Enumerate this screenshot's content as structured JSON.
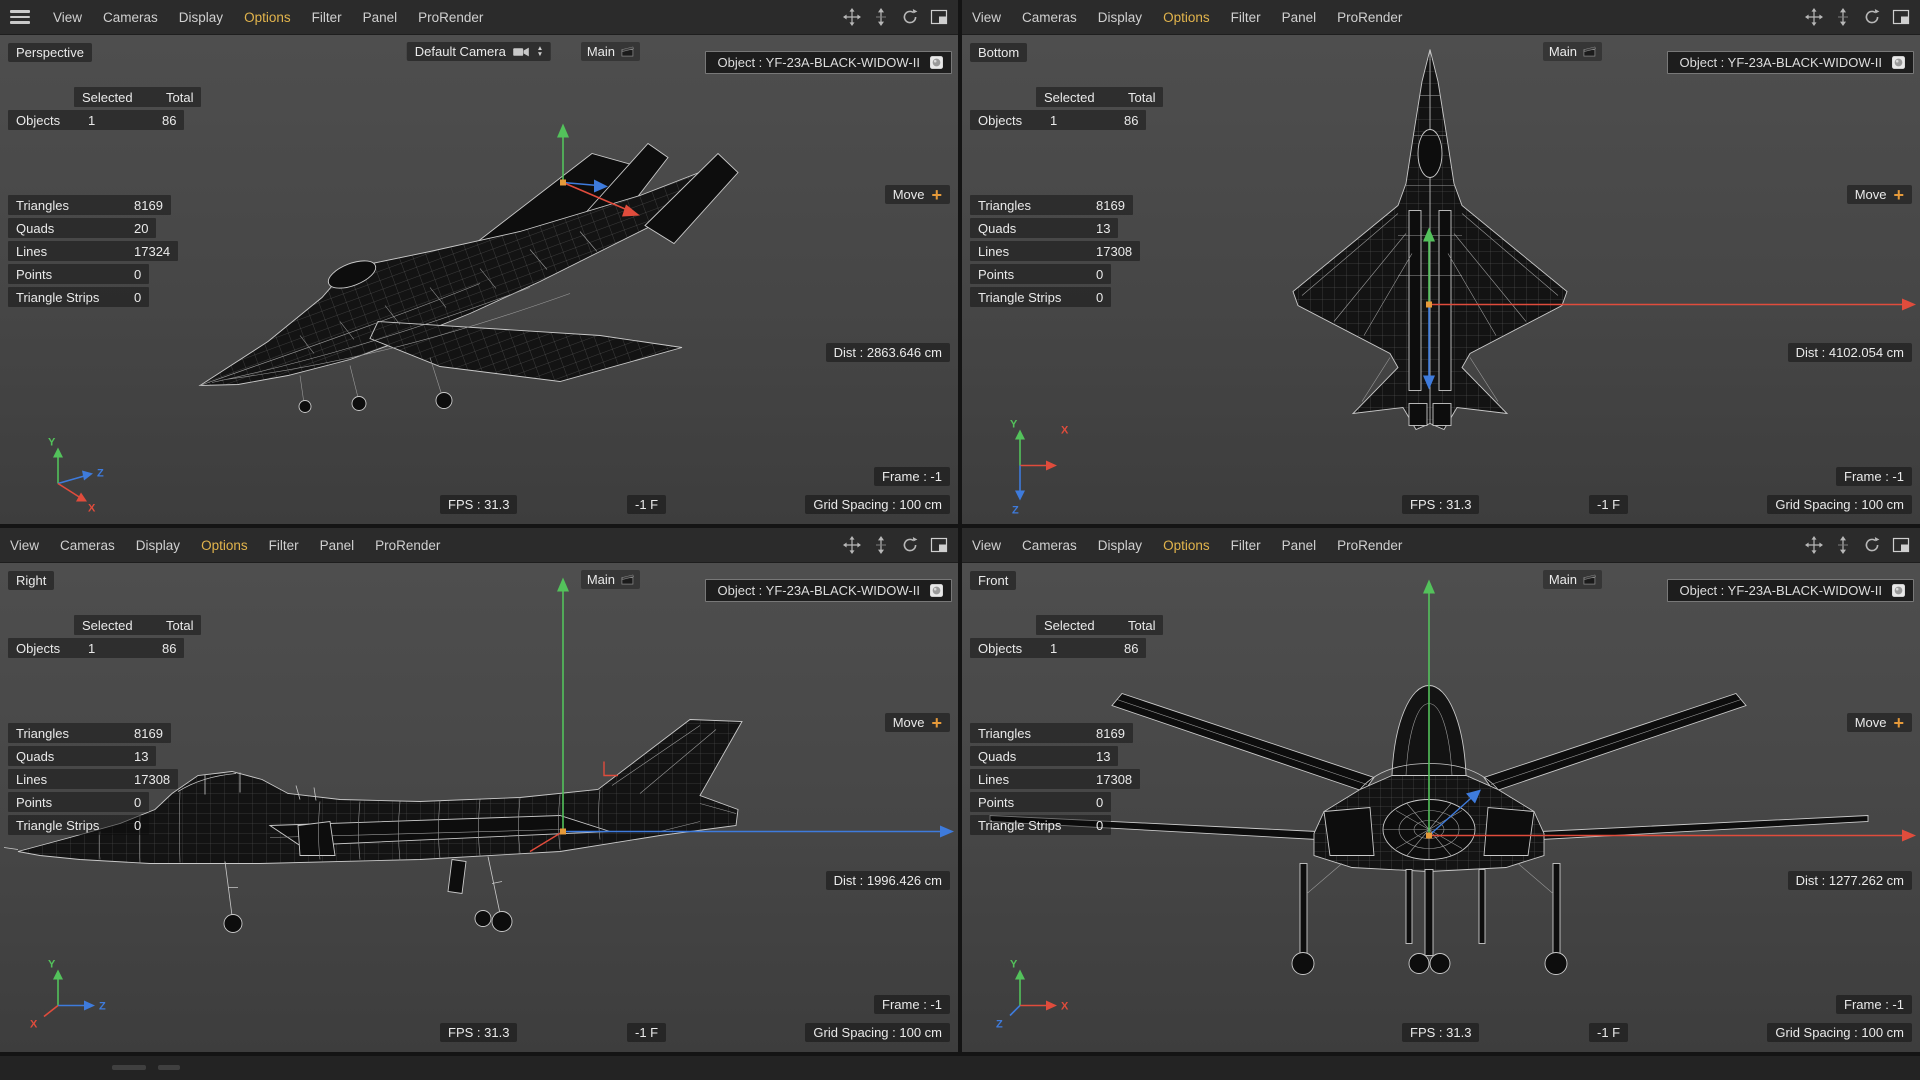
{
  "colors": {
    "accent_menu": "#e2b44c",
    "plus_orange": "#e69a3a",
    "axis_x": "#e04c3c",
    "axis_y": "#53c25b",
    "axis_z": "#3e7bdc",
    "wireframe": "#c9c9c9",
    "scene_bg": "#464646"
  },
  "icons": {
    "hamburger": "three-bars",
    "pan": "four-way-arrows",
    "dolly": "up-down-arrow",
    "rotate": "circular-arrows",
    "layout_toggle": "split-square",
    "camera": "camera-body",
    "clapper": "film-clapper",
    "object_tag": "texture-tag"
  },
  "menu": {
    "items": [
      "View",
      "Cameras",
      "Display",
      "Options",
      "Filter",
      "Panel",
      "ProRender"
    ]
  },
  "viewports": [
    {
      "name": "Perspective",
      "camera": "Default Camera",
      "main": "Main",
      "object": "Object : YF-23A-BLACK-WIDOW-II",
      "stats": {
        "header_selected": "Selected",
        "header_total": "Total",
        "objects_label": "Objects",
        "objects_selected": "1",
        "objects_total": "86",
        "rows": [
          {
            "label": "Triangles",
            "value": "8169"
          },
          {
            "label": "Quads",
            "value": "20"
          },
          {
            "label": "Lines",
            "value": "17324"
          },
          {
            "label": "Points",
            "value": "0"
          },
          {
            "label": "Triangle Strips",
            "value": "0"
          }
        ]
      },
      "move": "Move",
      "plus": "+",
      "dist": "Dist : 2863.646 cm",
      "frame": "Frame : -1",
      "fps": "FPS : 31.3",
      "frame_f": "-1 F",
      "grid": "Grid Spacing : 100 cm",
      "axis": {
        "x": "X",
        "y": "Y",
        "z": "Z"
      }
    },
    {
      "name": "Bottom",
      "main": "Main",
      "object": "Object : YF-23A-BLACK-WIDOW-II",
      "stats": {
        "header_selected": "Selected",
        "header_total": "Total",
        "objects_label": "Objects",
        "objects_selected": "1",
        "objects_total": "86",
        "rows": [
          {
            "label": "Triangles",
            "value": "8169"
          },
          {
            "label": "Quads",
            "value": "13"
          },
          {
            "label": "Lines",
            "value": "17308"
          },
          {
            "label": "Points",
            "value": "0"
          },
          {
            "label": "Triangle Strips",
            "value": "0"
          }
        ]
      },
      "move": "Move",
      "plus": "+",
      "dist": "Dist : 4102.054 cm",
      "frame": "Frame : -1",
      "fps": "FPS : 31.3",
      "frame_f": "-1 F",
      "grid": "Grid Spacing : 100 cm",
      "axis": {
        "x": "X",
        "y": "Y",
        "z": "Z"
      }
    },
    {
      "name": "Right",
      "main": "Main",
      "object": "Object : YF-23A-BLACK-WIDOW-II",
      "stats": {
        "header_selected": "Selected",
        "header_total": "Total",
        "objects_label": "Objects",
        "objects_selected": "1",
        "objects_total": "86",
        "rows": [
          {
            "label": "Triangles",
            "value": "8169"
          },
          {
            "label": "Quads",
            "value": "13"
          },
          {
            "label": "Lines",
            "value": "17308"
          },
          {
            "label": "Points",
            "value": "0"
          },
          {
            "label": "Triangle Strips",
            "value": "0"
          }
        ]
      },
      "move": "Move",
      "plus": "+",
      "dist": "Dist : 1996.426 cm",
      "frame": "Frame : -1",
      "fps": "FPS : 31.3",
      "frame_f": "-1 F",
      "grid": "Grid Spacing : 100 cm",
      "axis": {
        "x": "X",
        "y": "Y",
        "z": "Z"
      }
    },
    {
      "name": "Front",
      "main": "Main",
      "object": "Object : YF-23A-BLACK-WIDOW-II",
      "stats": {
        "header_selected": "Selected",
        "header_total": "Total",
        "objects_label": "Objects",
        "objects_selected": "1",
        "objects_total": "86",
        "rows": [
          {
            "label": "Triangles",
            "value": "8169"
          },
          {
            "label": "Quads",
            "value": "13"
          },
          {
            "label": "Lines",
            "value": "17308"
          },
          {
            "label": "Points",
            "value": "0"
          },
          {
            "label": "Triangle Strips",
            "value": "0"
          }
        ]
      },
      "move": "Move",
      "plus": "+",
      "dist": "Dist : 1277.262 cm",
      "frame": "Frame : -1",
      "fps": "FPS : 31.3",
      "frame_f": "-1 F",
      "grid": "Grid Spacing : 100 cm",
      "axis": {
        "x": "X",
        "y": "Y",
        "z": "Z"
      }
    }
  ]
}
